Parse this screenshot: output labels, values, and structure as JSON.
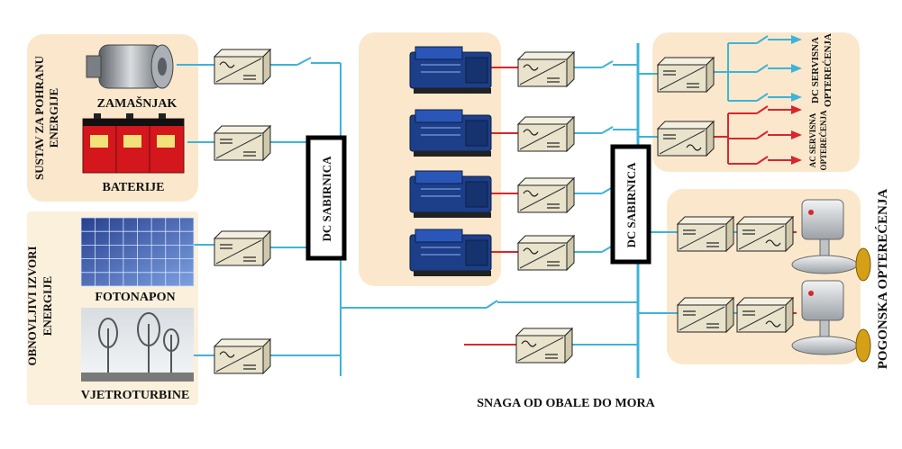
{
  "groups": {
    "storage_system": "SUSTAV ZA POHRANU ENERGIJE",
    "renewable_sources": "OBNOVLJIVI IZVORI ENERGIJE",
    "propulsion_loads": "POGONSKA OPTEREĆENJA"
  },
  "components": {
    "flywheel": "ZAMAŠNJAK",
    "batteries": "BATERIJE",
    "photovoltaic": "FOTONAPON",
    "wind_turbines": "VJETROTURBINE"
  },
  "busbars": {
    "left": "DC SABIRNICA",
    "right": "DC SABIRNICA"
  },
  "loads": {
    "dc_service": "DC SERVISNA OPTEREĆENJA",
    "ac_service": "AC SERVISNA OPTEREĆENJA"
  },
  "shore_power": "SNAGA OD OBALE DO MORA",
  "colors": {
    "dc_line": "#3fb3d8",
    "ac_line": "#d9262c",
    "panel_fill": "#fbe8cc",
    "busbar_border": "#000000",
    "converter_fill": "#e9e3cc"
  },
  "icons": {
    "converter": "power-converter-icon",
    "generator": "diesel-generator-icon",
    "thruster": "azimuth-thruster-icon",
    "switch": "switch-icon",
    "arrow": "load-arrow-icon"
  }
}
